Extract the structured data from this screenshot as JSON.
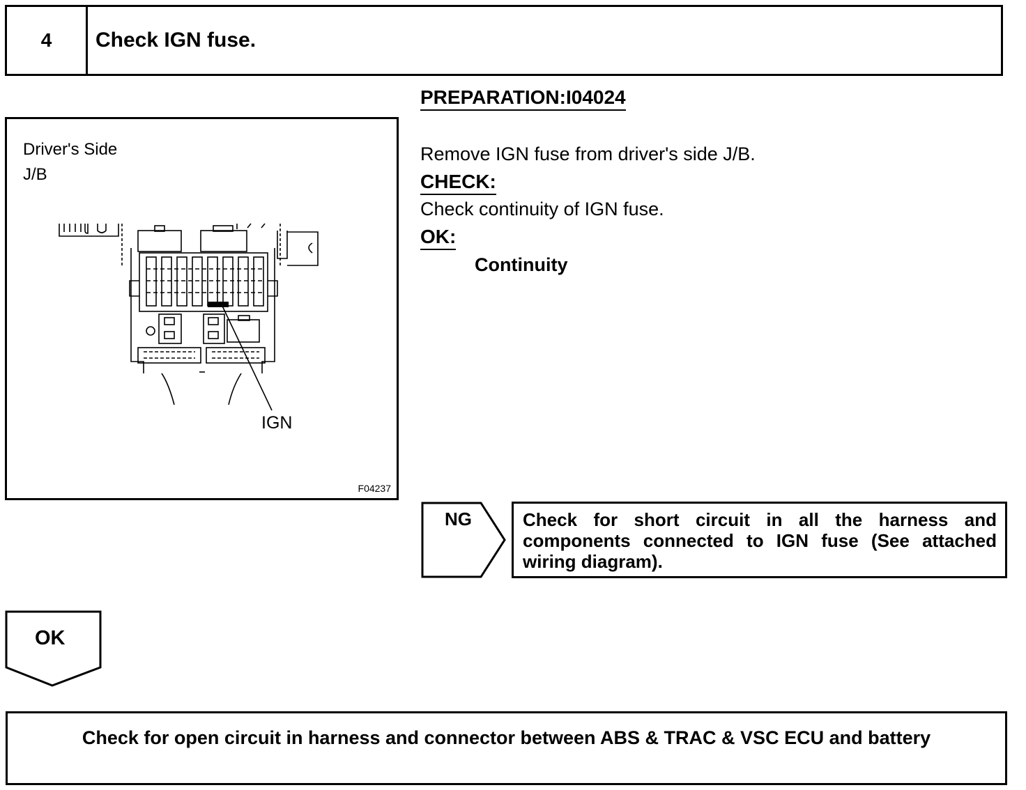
{
  "step": {
    "number": "4",
    "title": "Check IGN fuse."
  },
  "figure": {
    "label_line1": "Driver's Side",
    "label_line2": "J/B",
    "callout": "IGN",
    "code": "F04237",
    "icon": "fuse-box-diagram"
  },
  "preparation": {
    "heading": "PREPARATION:I04024",
    "text": "Remove IGN fuse from driver's side J/B."
  },
  "check": {
    "heading": "CHECK:",
    "text": "Check continuity of IGN fuse."
  },
  "ok_spec": {
    "heading": "OK:",
    "value": "Continuity"
  },
  "ng_branch": {
    "label": "NG",
    "action": "Check for short circuit in all the harness and components connected to IGN fuse (See attached wiring diagram)."
  },
  "ok_branch": {
    "label": "OK",
    "action": "Check for open circuit in harness and connector between ABS & TRAC & VSC ECU and battery"
  }
}
